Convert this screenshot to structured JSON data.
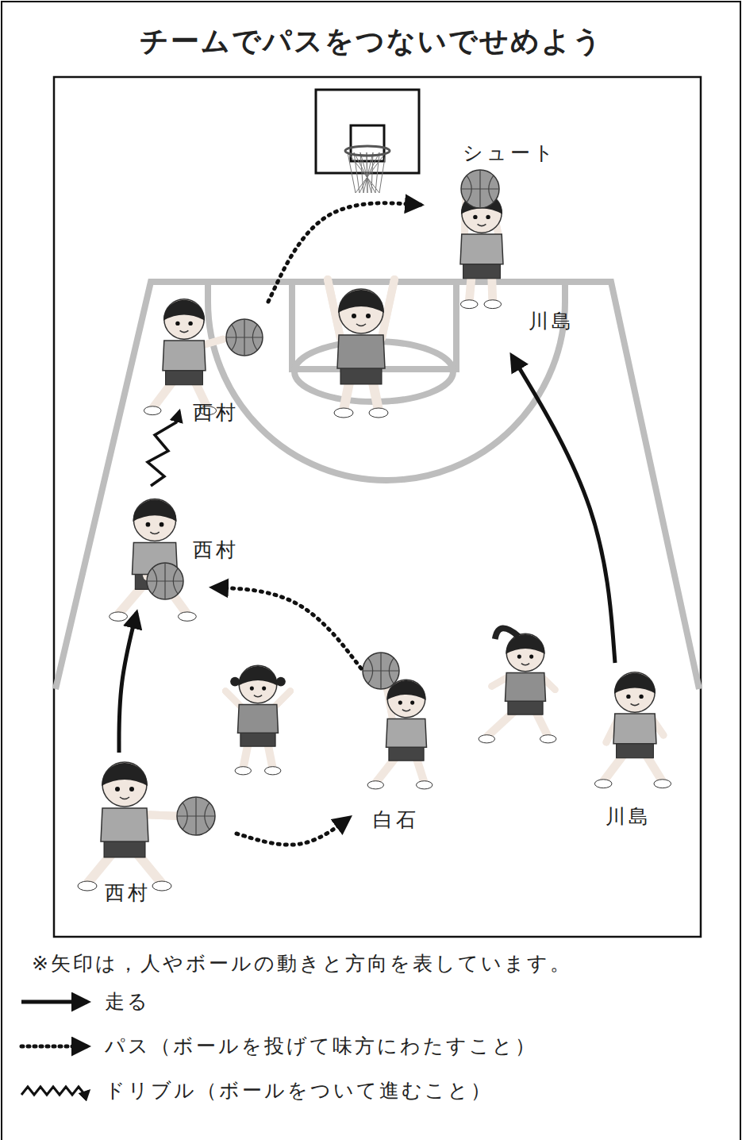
{
  "diagram": {
    "title": "チームでパスをつないでせめよう",
    "labels": [
      "シュート",
      "川島",
      "西村",
      "西村",
      "白石",
      "川島",
      "西村",
      "※矢印は，人やボールの動きと方向を表しています。"
    ],
    "legend": [
      {
        "text": "走る"
      },
      {
        "text": "パス（ボールを投げて味方にわたすこと）"
      },
      {
        "text": "ドリブル（ボールをついて進むこと）"
      }
    ]
  }
}
